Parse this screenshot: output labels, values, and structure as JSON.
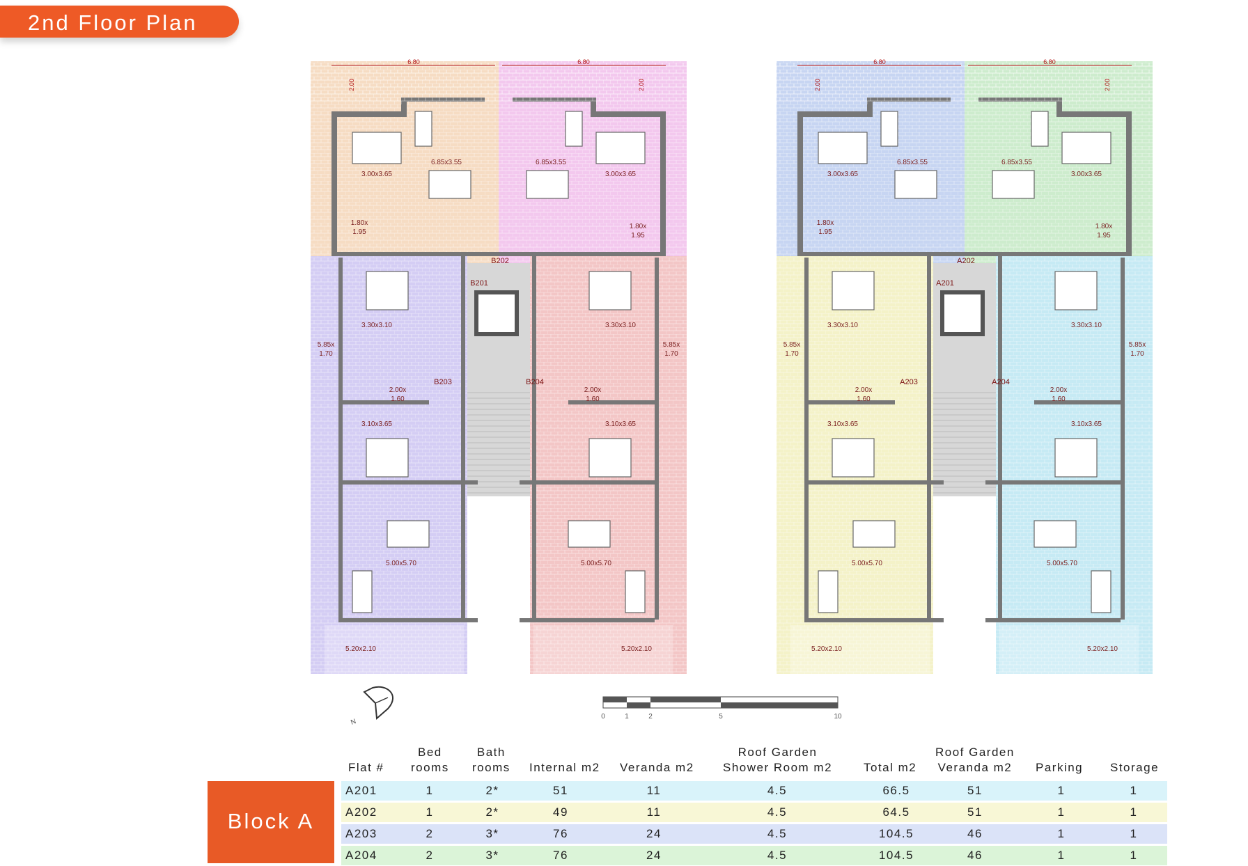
{
  "title": "2nd Floor Plan",
  "block_label": "Block A",
  "colors": {
    "accent": "#ee5a26",
    "unit_orange": "#f6dcc3",
    "unit_pink": "#f3c8ee",
    "unit_purple": "#d4cdf4",
    "unit_red": "#f3c6c6",
    "unit_blue": "#c7d5f2",
    "unit_green": "#cdeccd",
    "unit_yellow": "#f4f2c8",
    "unit_cyan": "#c6eaf4"
  },
  "floor_plan": {
    "top_dims": [
      "6.80",
      "6.80",
      "6.80",
      "6.80"
    ],
    "side_dims": [
      "2.00",
      "2.00",
      "2.00",
      "2.00"
    ],
    "unit_codes": [
      "B201",
      "B202",
      "B203",
      "B204",
      "A201",
      "A202",
      "A203",
      "A204"
    ],
    "room_labels": {
      "bedroom_top": "3.00x3.65",
      "living_top": "6.85x3.55",
      "bath_top_line1": "1.80x",
      "bath_top_line2": "1.95",
      "bedroom_mid": "3.30x3.10",
      "veranda_side_line1": "5.85x",
      "veranda_side_line2": "1.70",
      "bath_mid_line1": "2.00x",
      "bath_mid_line2": "1.60",
      "bedroom_low": "3.10x3.65",
      "living_low": "5.00x5.70",
      "veranda_bottom": "5.20x2.10"
    },
    "scale_ticks": [
      "0",
      "1",
      "2",
      "5",
      "10"
    ],
    "compass_label": "N"
  },
  "table": {
    "headers": {
      "flat": "Flat #",
      "bed_1": "Bed",
      "bed_2": "rooms",
      "bath_1": "Bath",
      "bath_2": "rooms",
      "internal": "Internal m2",
      "veranda": "Veranda m2",
      "rg_shower_1": "Roof Garden",
      "rg_shower_2": "Shower Room m2",
      "total": "Total m2",
      "rg_veranda_1": "Roof Garden",
      "rg_veranda_2": "Veranda m2",
      "parking": "Parking",
      "storage": "Storage"
    },
    "rows": [
      {
        "flat": "A201",
        "bed": "1",
        "bath": "2*",
        "internal": "51",
        "veranda": "11",
        "rg_shower": "4.5",
        "total": "66.5",
        "rg_veranda": "51",
        "parking": "1",
        "storage": "1",
        "color": "#d9f3fa"
      },
      {
        "flat": "A202",
        "bed": "1",
        "bath": "2*",
        "internal": "49",
        "veranda": "11",
        "rg_shower": "4.5",
        "total": "64.5",
        "rg_veranda": "51",
        "parking": "1",
        "storage": "1",
        "color": "#f8f7d6"
      },
      {
        "flat": "A203",
        "bed": "2",
        "bath": "3*",
        "internal": "76",
        "veranda": "24",
        "rg_shower": "4.5",
        "total": "104.5",
        "rg_veranda": "46",
        "parking": "1",
        "storage": "1",
        "color": "#dbe3f8"
      },
      {
        "flat": "A204",
        "bed": "2",
        "bath": "3*",
        "internal": "76",
        "veranda": "24",
        "rg_shower": "4.5",
        "total": "104.5",
        "rg_veranda": "46",
        "parking": "1",
        "storage": "1",
        "color": "#dbf4d8"
      }
    ]
  }
}
